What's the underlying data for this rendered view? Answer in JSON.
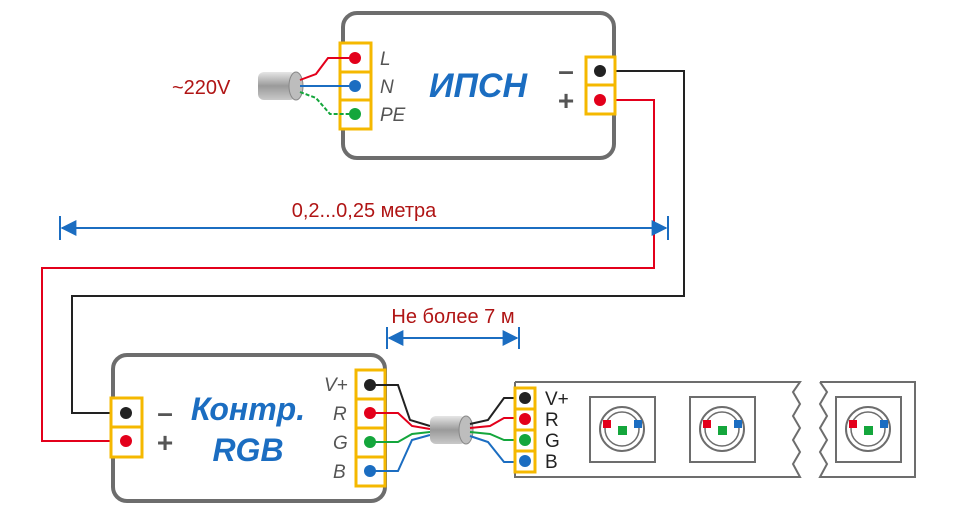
{
  "psu": {
    "title": "ИПСН",
    "inputs": [
      "L",
      "N",
      "PE"
    ],
    "minus": "–",
    "plus": "+"
  },
  "mains": {
    "voltage": "~220V"
  },
  "distance_psu": "0,2...0,25 метра",
  "distance_strip": "Не более 7 м",
  "controller": {
    "title_line1": "Контр.",
    "title_line2": "RGB",
    "outputs": [
      "V+",
      "R",
      "G",
      "B"
    ],
    "minus": "–",
    "plus": "+"
  },
  "strip": {
    "inputs": [
      "V+",
      "R",
      "G",
      "B"
    ]
  },
  "colors": {
    "red": "#e3001b",
    "blue": "#1b6dc1",
    "green": "#14a63c",
    "black": "#222222",
    "terminal": "#f5b800"
  }
}
